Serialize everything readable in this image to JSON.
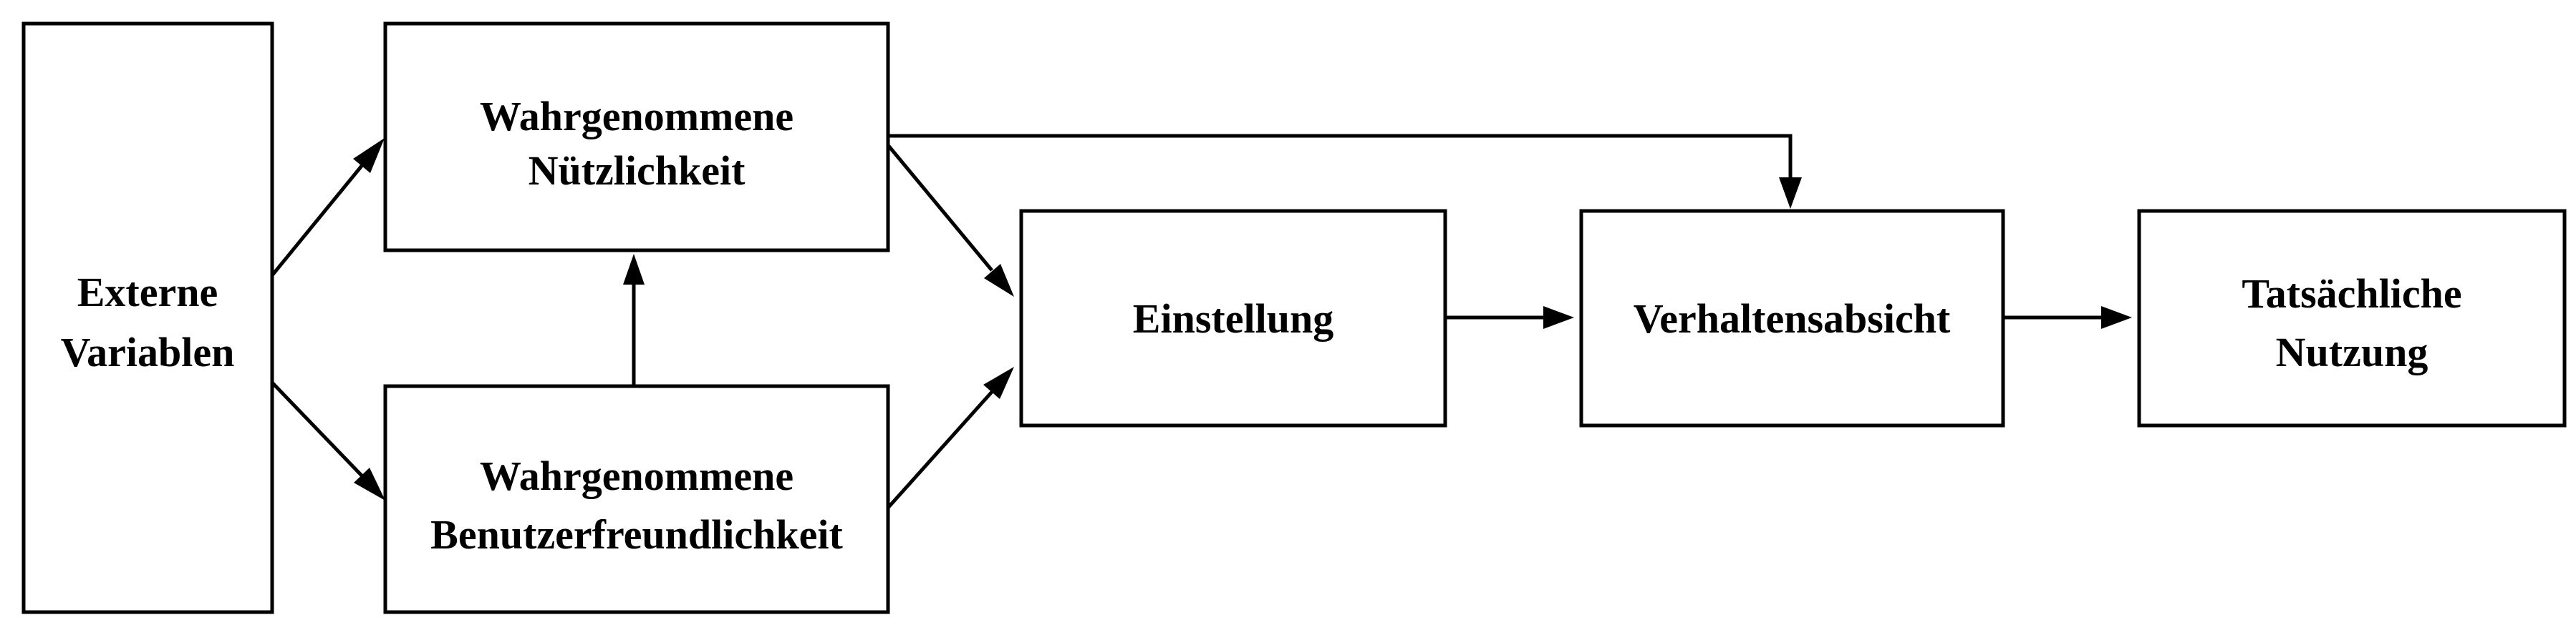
{
  "diagram": {
    "nodes": {
      "externe_variablen": {
        "lines": [
          "Externe",
          "Variablen"
        ]
      },
      "nuetzlichkeit": {
        "lines": [
          "Wahrgenommene",
          "Nützlichkeit"
        ]
      },
      "benutzerfreundlichkeit": {
        "lines": [
          "Wahrgenommene",
          "Benutzerfreundlichkeit"
        ]
      },
      "einstellung": {
        "lines": [
          "Einstellung"
        ]
      },
      "verhaltensabsicht": {
        "lines": [
          "Verhaltensabsicht"
        ]
      },
      "tatsaechliche_nutzung": {
        "lines": [
          "Tatsächliche",
          "Nutzung"
        ]
      }
    },
    "edges": [
      {
        "from": "externe_variablen",
        "to": "nuetzlichkeit"
      },
      {
        "from": "externe_variablen",
        "to": "benutzerfreundlichkeit"
      },
      {
        "from": "benutzerfreundlichkeit",
        "to": "nuetzlichkeit"
      },
      {
        "from": "nuetzlichkeit",
        "to": "einstellung"
      },
      {
        "from": "benutzerfreundlichkeit",
        "to": "einstellung"
      },
      {
        "from": "nuetzlichkeit",
        "to": "verhaltensabsicht"
      },
      {
        "from": "einstellung",
        "to": "verhaltensabsicht"
      },
      {
        "from": "verhaltensabsicht",
        "to": "tatsaechliche_nutzung"
      }
    ]
  }
}
